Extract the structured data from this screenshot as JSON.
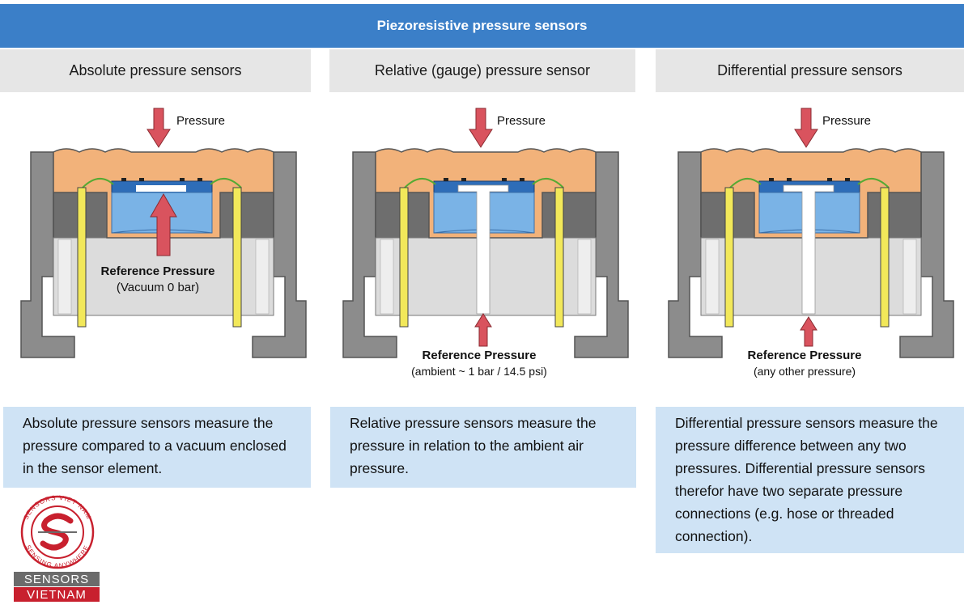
{
  "title": "Piezoresistive pressure sensors",
  "columns": [
    {
      "header": "Absolute pressure sensors",
      "pressure_label": "Pressure",
      "ref_label": "Reference Pressure",
      "ref_sub": "(Vacuum 0 bar)",
      "description": "Absolute pressure sensors measure the pressure compared to a vacuum enclosed in the sensor element."
    },
    {
      "header": "Relative (gauge) pressure sensor",
      "pressure_label": "Pressure",
      "ref_label": "Reference Pressure",
      "ref_sub": "(ambient ~ 1 bar / 14.5 psi)",
      "description": "Relative pressure sensors measure the pressure in relation to the ambient air pressure."
    },
    {
      "header": "Differential pressure sensors",
      "pressure_label": "Pressure",
      "ref_label": "Reference Pressure",
      "ref_sub": "(any other pressure)",
      "description": "Differential pressure sensors measure the pressure difference between any two pressures. Differential pressure sensors therefor have two separate pressure connections (e.g. hose or threaded connection)."
    }
  ],
  "logo": {
    "ring_top": "SENSORS VIET NAM",
    "ring_bottom": "SENSING ANYWHERE",
    "line1": "SENSORS",
    "line2": "VIETNAM"
  },
  "colors": {
    "title_bar": "#3b7fc8",
    "header_bg": "#e6e6e6",
    "desc_bg": "#cfe3f5",
    "housing": "#f2b27a",
    "sensor": "#7ab3e6",
    "arrow": "#d9535e",
    "pins": "#f2e85a",
    "wire": "#55aa33",
    "brand_red": "#c8202e"
  }
}
